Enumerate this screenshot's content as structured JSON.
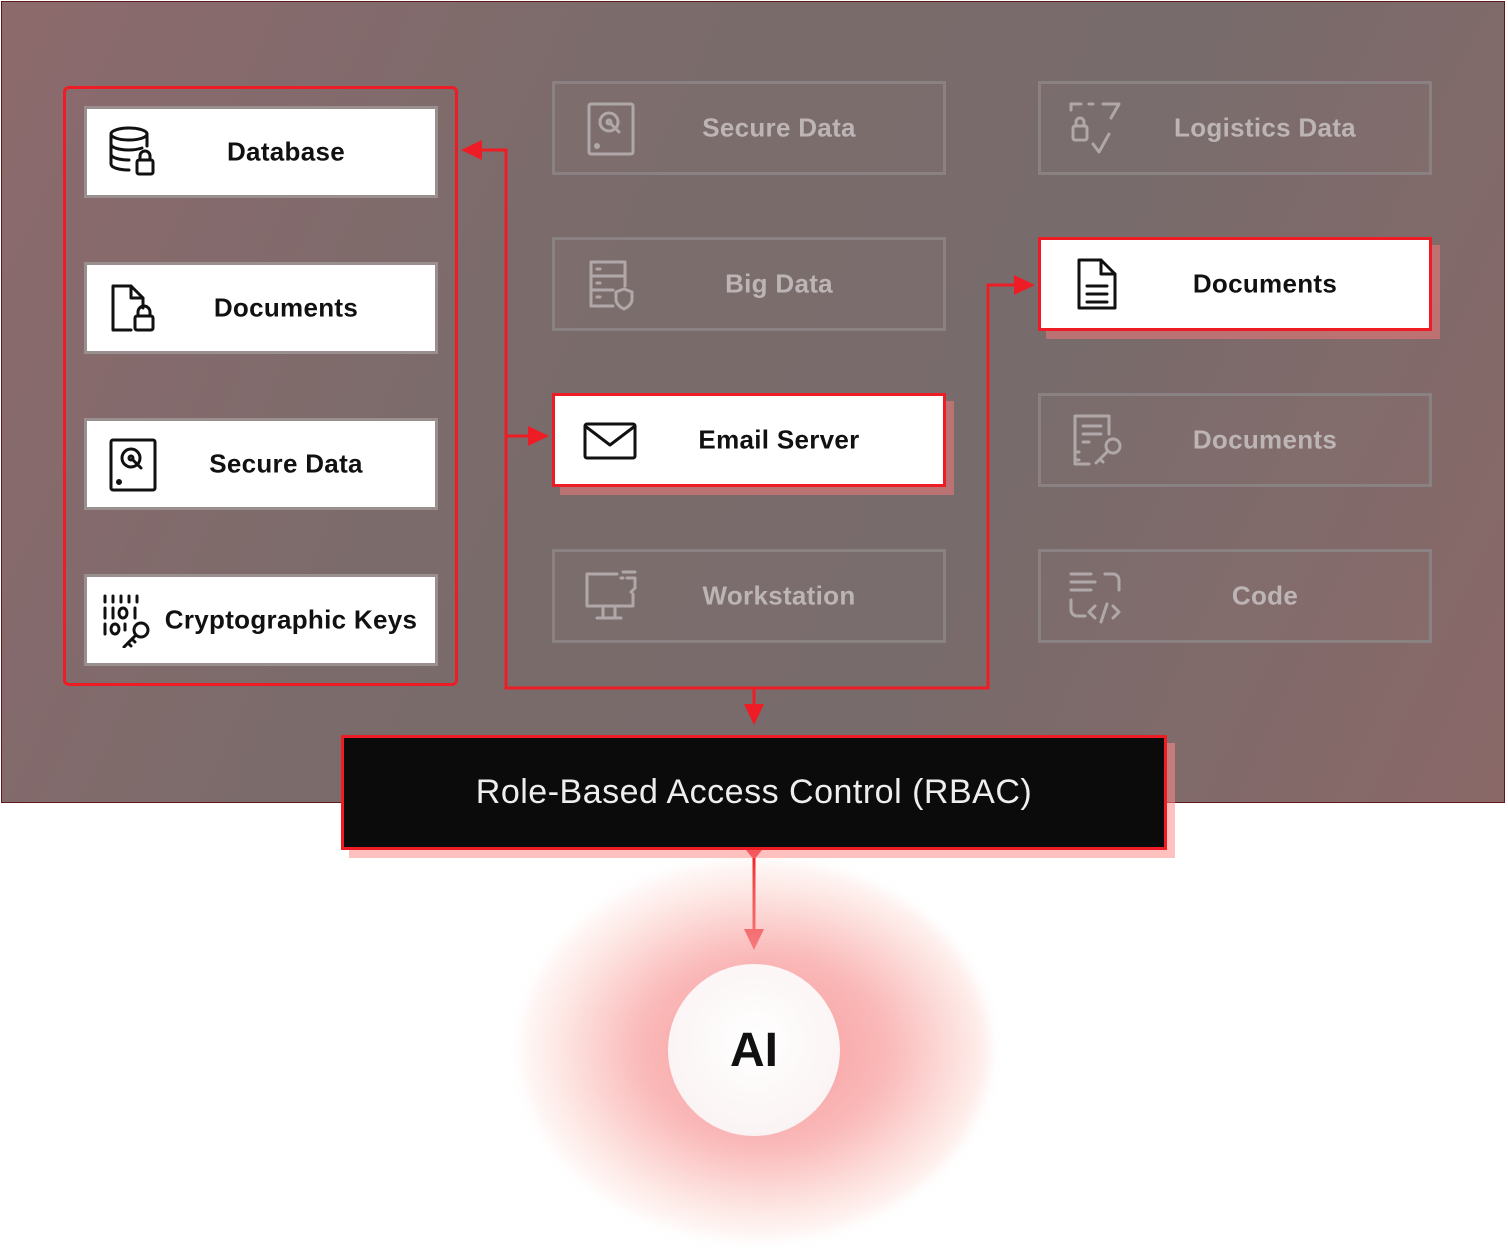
{
  "left_group": {
    "items": [
      {
        "label": "Database",
        "icon": "database-lock-icon"
      },
      {
        "label": "Documents",
        "icon": "document-lock-icon"
      },
      {
        "label": "Secure Data",
        "icon": "secure-drive-icon"
      },
      {
        "label": "Cryptographic Keys",
        "icon": "binary-key-icon"
      }
    ]
  },
  "middle_column": {
    "items": [
      {
        "label": "Secure Data",
        "icon": "secure-drive-icon",
        "state": "inactive"
      },
      {
        "label": "Big Data",
        "icon": "server-shield-icon",
        "state": "inactive"
      },
      {
        "label": "Email Server",
        "icon": "envelope-icon",
        "state": "active"
      },
      {
        "label": "Workstation",
        "icon": "monitor-icon",
        "state": "inactive"
      }
    ]
  },
  "right_column": {
    "items": [
      {
        "label": "Logistics Data",
        "icon": "logistics-icon",
        "state": "inactive"
      },
      {
        "label": "Documents",
        "icon": "document-icon",
        "state": "active"
      },
      {
        "label": "Documents",
        "icon": "document-key-icon",
        "state": "inactive"
      },
      {
        "label": "Code",
        "icon": "code-icon",
        "state": "inactive"
      }
    ]
  },
  "rbac": {
    "label": "Role-Based Access Control (RBAC)"
  },
  "ai": {
    "label": "AI"
  },
  "colors": {
    "accent_red": "#ee1c24",
    "panel_bg": "#7b6b6b",
    "rbac_bg": "#0b0b0b"
  }
}
